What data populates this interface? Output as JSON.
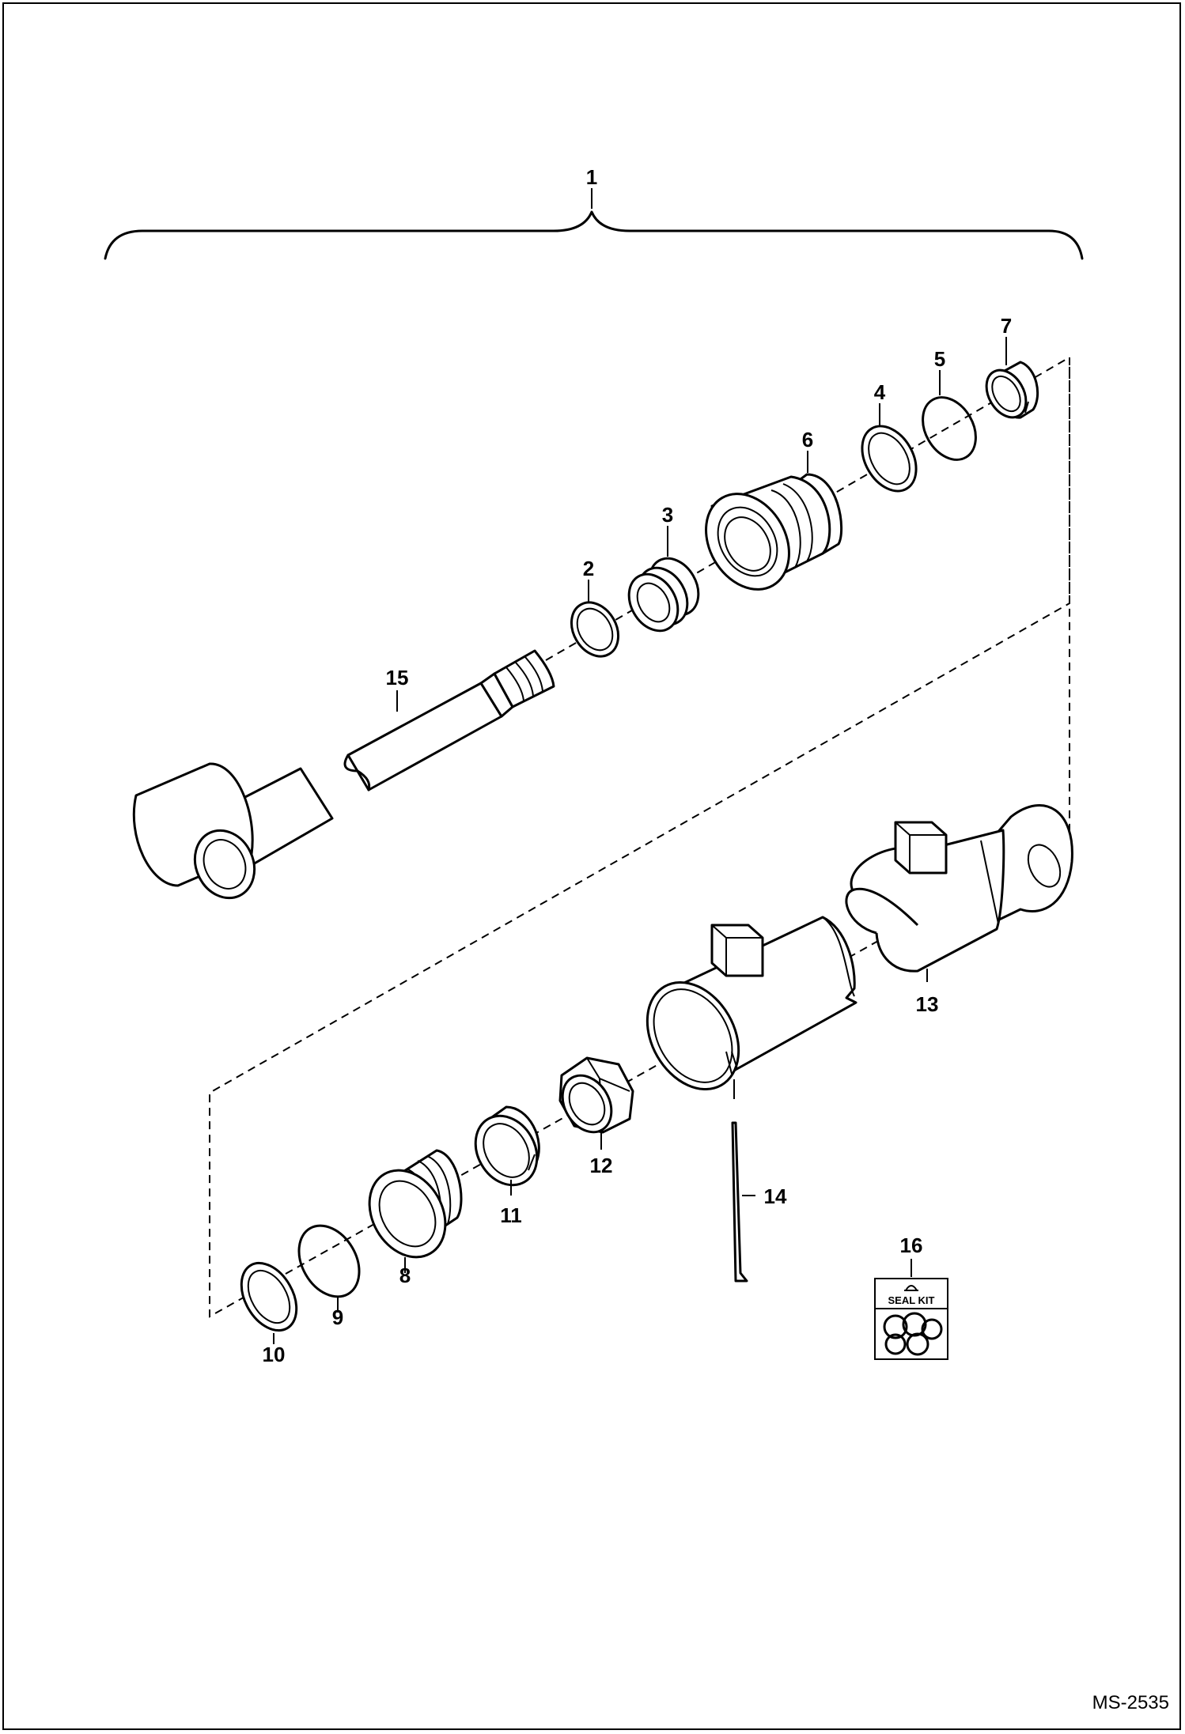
{
  "document_id": "MS-2535",
  "seal_kit_label": "SEAL KIT",
  "callouts": [
    {
      "num": "1",
      "part": "cylinder-assembly"
    },
    {
      "num": "2",
      "part": "rod-wiper-ring"
    },
    {
      "num": "3",
      "part": "rod-seal"
    },
    {
      "num": "4",
      "part": "backup-ring"
    },
    {
      "num": "5",
      "part": "o-ring"
    },
    {
      "num": "6",
      "part": "gland"
    },
    {
      "num": "7",
      "part": "wear-ring"
    },
    {
      "num": "8",
      "part": "piston"
    },
    {
      "num": "9",
      "part": "o-ring"
    },
    {
      "num": "10",
      "part": "backup-ring"
    },
    {
      "num": "11",
      "part": "wear-ring"
    },
    {
      "num": "12",
      "part": "lock-nut"
    },
    {
      "num": "13",
      "part": "cylinder-barrel"
    },
    {
      "num": "14",
      "part": "pin"
    },
    {
      "num": "15",
      "part": "rod"
    },
    {
      "num": "16",
      "part": "seal-kit"
    }
  ]
}
